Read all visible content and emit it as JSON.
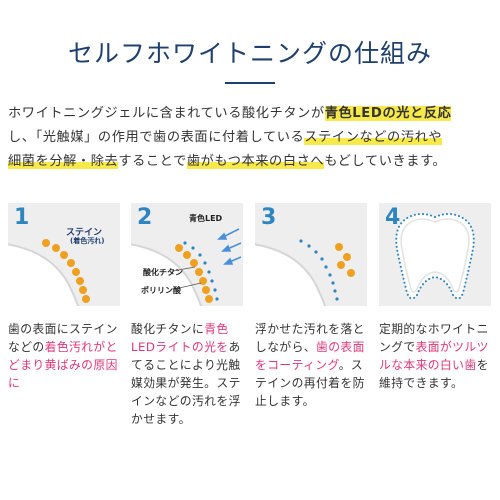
{
  "title": "セルフホワイトニングの仕組み",
  "intro": {
    "line1_a": "ホワイトニングジェルに含まれている酸化チタンが",
    "line1_hl": "青色LEDの光と反応",
    "line2_a": "し、「光触媒」の作用で歯の表面に付着している",
    "line2_hl": "ステインなどの汚れや",
    "line3_hl": "細菌を分解・除去",
    "line3_b": "することで",
    "line3_hl2": "歯がもつ本来の白さへ",
    "line3_c": "もどしていきます。"
  },
  "steps": [
    {
      "num": "1",
      "labels": {
        "stain": "ステイン",
        "stain_sub": "(着色汚れ)"
      },
      "desc": {
        "a": "歯の表面にステインなどの",
        "pk": "着色汚れがとどまり黄ばみの原因に",
        "b": ""
      }
    },
    {
      "num": "2",
      "labels": {
        "led": "青色LED",
        "titanium": "酸化チタン",
        "polyphosphate": "ポリリン酸"
      },
      "desc": {
        "a": "酸化チタンに",
        "pk": "青色LEDライトの光を",
        "b": "あてることにより光触媒効果が発生。ステインなどの汚れを浮かせます。"
      }
    },
    {
      "num": "3",
      "labels": {},
      "desc": {
        "a": "浮かせた汚れを落としながら、",
        "pk": "歯の表面をコーティング",
        "b": "。ステインの再付着を防止します。"
      }
    },
    {
      "num": "4",
      "labels": {},
      "desc": {
        "a": "定期的なホワイトニングで",
        "pk": "表面がツルツルな本来の白い歯",
        "b": "を維持できます。"
      }
    }
  ],
  "colors": {
    "title": "#1f3f6e",
    "step_number": "#2e86c1",
    "highlight": "#f7e94a",
    "accent_pink": "#e0377a",
    "stain_dot": "#f0a020",
    "blue_dot": "#2e86c1"
  }
}
